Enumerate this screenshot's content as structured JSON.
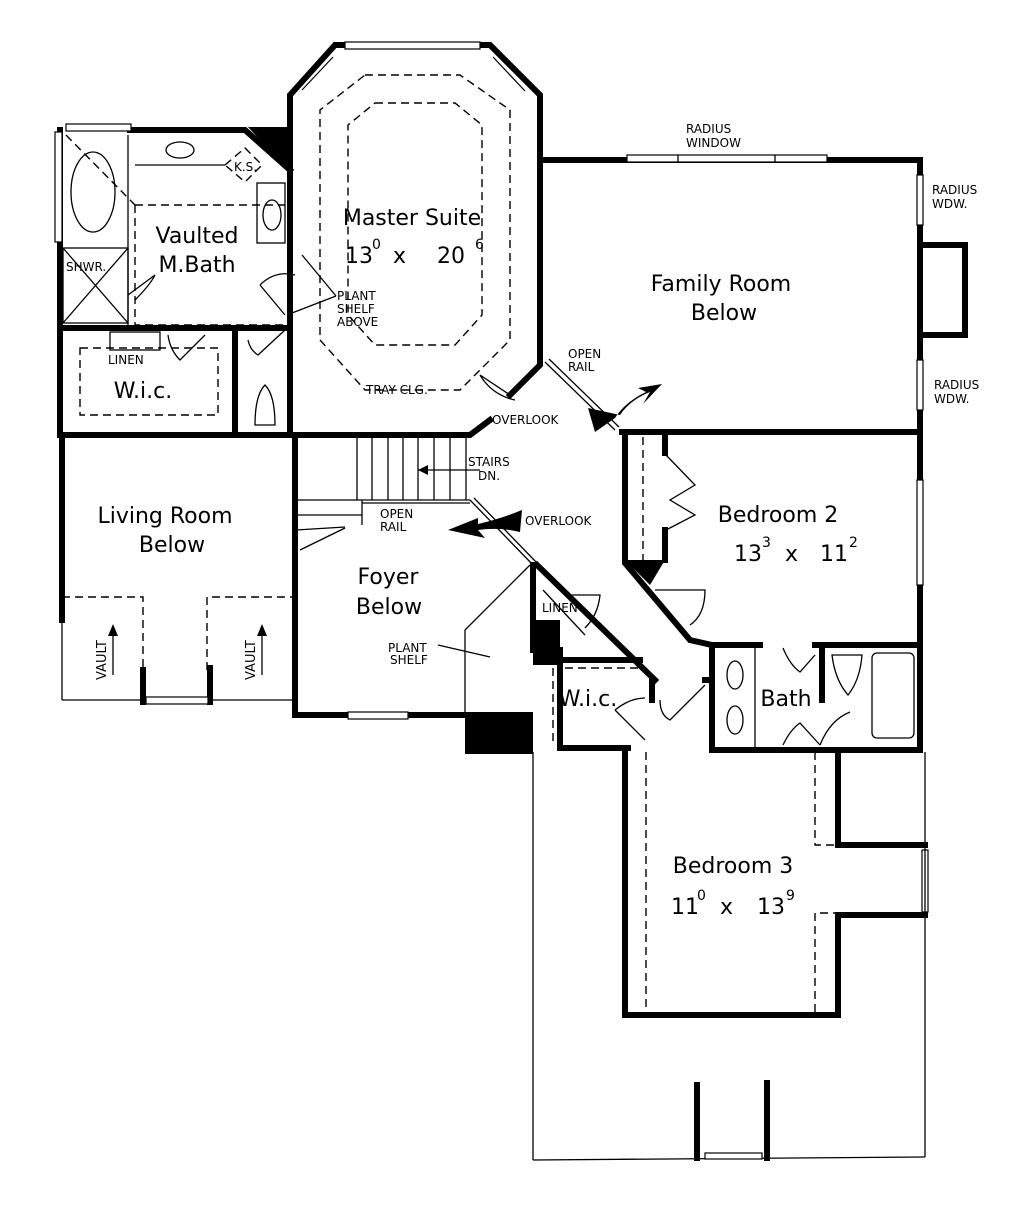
{
  "plan": {
    "type": "second floor plan",
    "rooms": [
      {
        "id": "master_suite",
        "name": "Master Suite",
        "dim_w": "13",
        "dim_w_in": "0",
        "dim_l": "20",
        "dim_l_in": "6",
        "ceiling": "TRAY CLG."
      },
      {
        "id": "vaulted_mbath",
        "name_line1": "Vaulted",
        "name_line2": "M.Bath"
      },
      {
        "id": "family_room",
        "name_line1": "Family Room",
        "name_line2": "Below"
      },
      {
        "id": "living_room",
        "name_line1": "Living Room",
        "name_line2": "Below"
      },
      {
        "id": "foyer",
        "name_line1": "Foyer",
        "name_line2": "Below"
      },
      {
        "id": "bedroom2",
        "name": "Bedroom 2",
        "dim_w": "13",
        "dim_w_in": "3",
        "dim_l": "11",
        "dim_l_in": "2"
      },
      {
        "id": "bedroom3",
        "name": "Bedroom 3",
        "dim_w": "11",
        "dim_w_in": "0",
        "dim_l": "13",
        "dim_l_in": "9"
      },
      {
        "id": "bath",
        "name": "Bath"
      },
      {
        "id": "wic_master",
        "name": "W.i.c."
      },
      {
        "id": "wic_hall",
        "name": "W.i.c."
      }
    ],
    "notes": {
      "ks": "K.S.",
      "shwr": "SHWR.",
      "linen_master": "LINEN",
      "linen_hall": "LINEN",
      "plant_shelf_above": [
        "PLANT",
        "SHELF",
        "ABOVE"
      ],
      "plant_shelf": [
        "PLANT",
        "SHELF"
      ],
      "radius_window": [
        "RADIUS",
        "WINDOW"
      ],
      "radius_wdw_1": [
        "RADIUS",
        "WDW."
      ],
      "radius_wdw_2": [
        "RADIUS",
        "WDW."
      ],
      "open_rail_1": [
        "OPEN",
        "RAIL"
      ],
      "open_rail_2": [
        "OPEN",
        "RAIL"
      ],
      "overlook_1": "OVERLOOK",
      "overlook_2": "OVERLOOK",
      "stairs": [
        "STAIRS",
        "DN."
      ],
      "vault_1": "VAULT",
      "vault_2": "VAULT"
    }
  }
}
